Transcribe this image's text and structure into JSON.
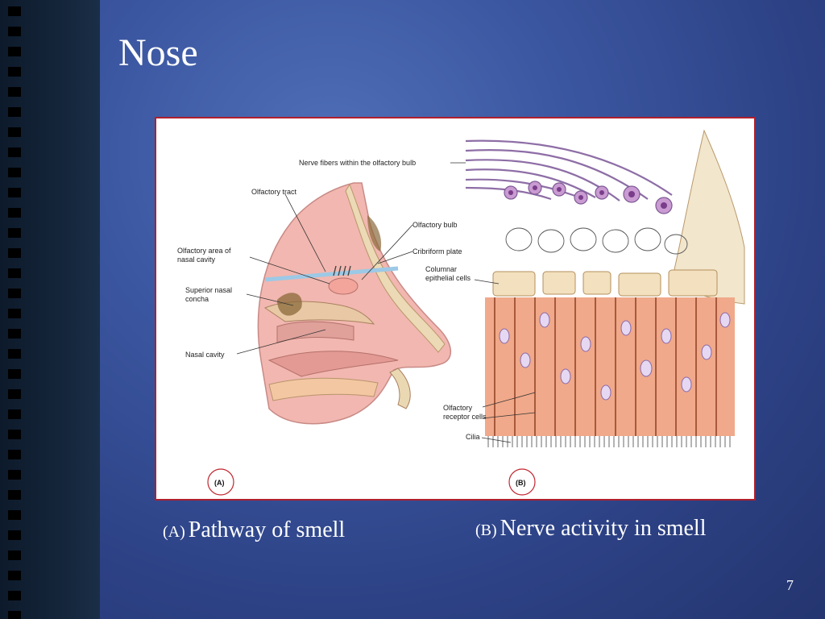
{
  "slide": {
    "title": "Nose",
    "page_number": "7"
  },
  "figure": {
    "labels": {
      "nerve_fibers": "Nerve fibers within the olfactory bulb",
      "olfactory_tract": "Olfactory tract",
      "olfactory_bulb": "Olfactory bulb",
      "olfactory_area_1": "Olfactory area of",
      "olfactory_area_2": "nasal cavity",
      "cribriform_plate": "Cribriform plate",
      "columnar_1": "Columnar",
      "columnar_2": "epithelial cells",
      "superior_1": "Superior nasal",
      "superior_2": "concha",
      "nasal_cavity": "Nasal cavity",
      "receptor_1": "Olfactory",
      "receptor_2": "receptor cells",
      "cilia": "Cilia"
    },
    "panel_a": "(A)",
    "panel_b": "(B)"
  },
  "captions": {
    "a_prefix": "(A)",
    "a_text": "Pathway of smell",
    "b_prefix": "(B)",
    "b_text": "Nerve activity in smell"
  }
}
